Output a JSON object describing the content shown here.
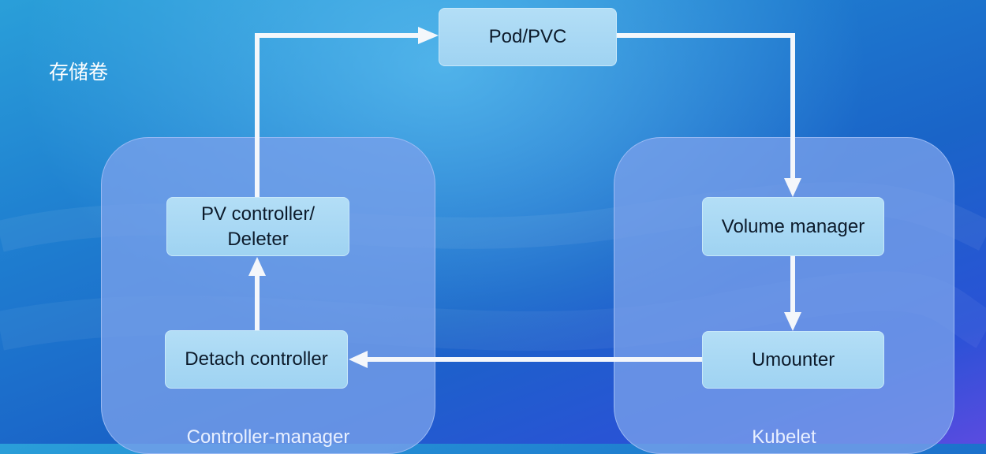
{
  "page": {
    "title": "存储卷"
  },
  "containers": {
    "controller_manager": "Controller-manager",
    "kubelet": "Kubelet"
  },
  "nodes": {
    "pod_pvc": "Pod/PVC",
    "pv_controller_line1": "PV controller/",
    "pv_controller_line2": "Deleter",
    "detach_controller": "Detach controller",
    "volume_manager": "Volume manager",
    "umounter": "Umounter"
  },
  "colors": {
    "node_fill": "#a6d7f4",
    "container_fill": "#7aa0eb",
    "arrow": "#f4f7fb"
  }
}
